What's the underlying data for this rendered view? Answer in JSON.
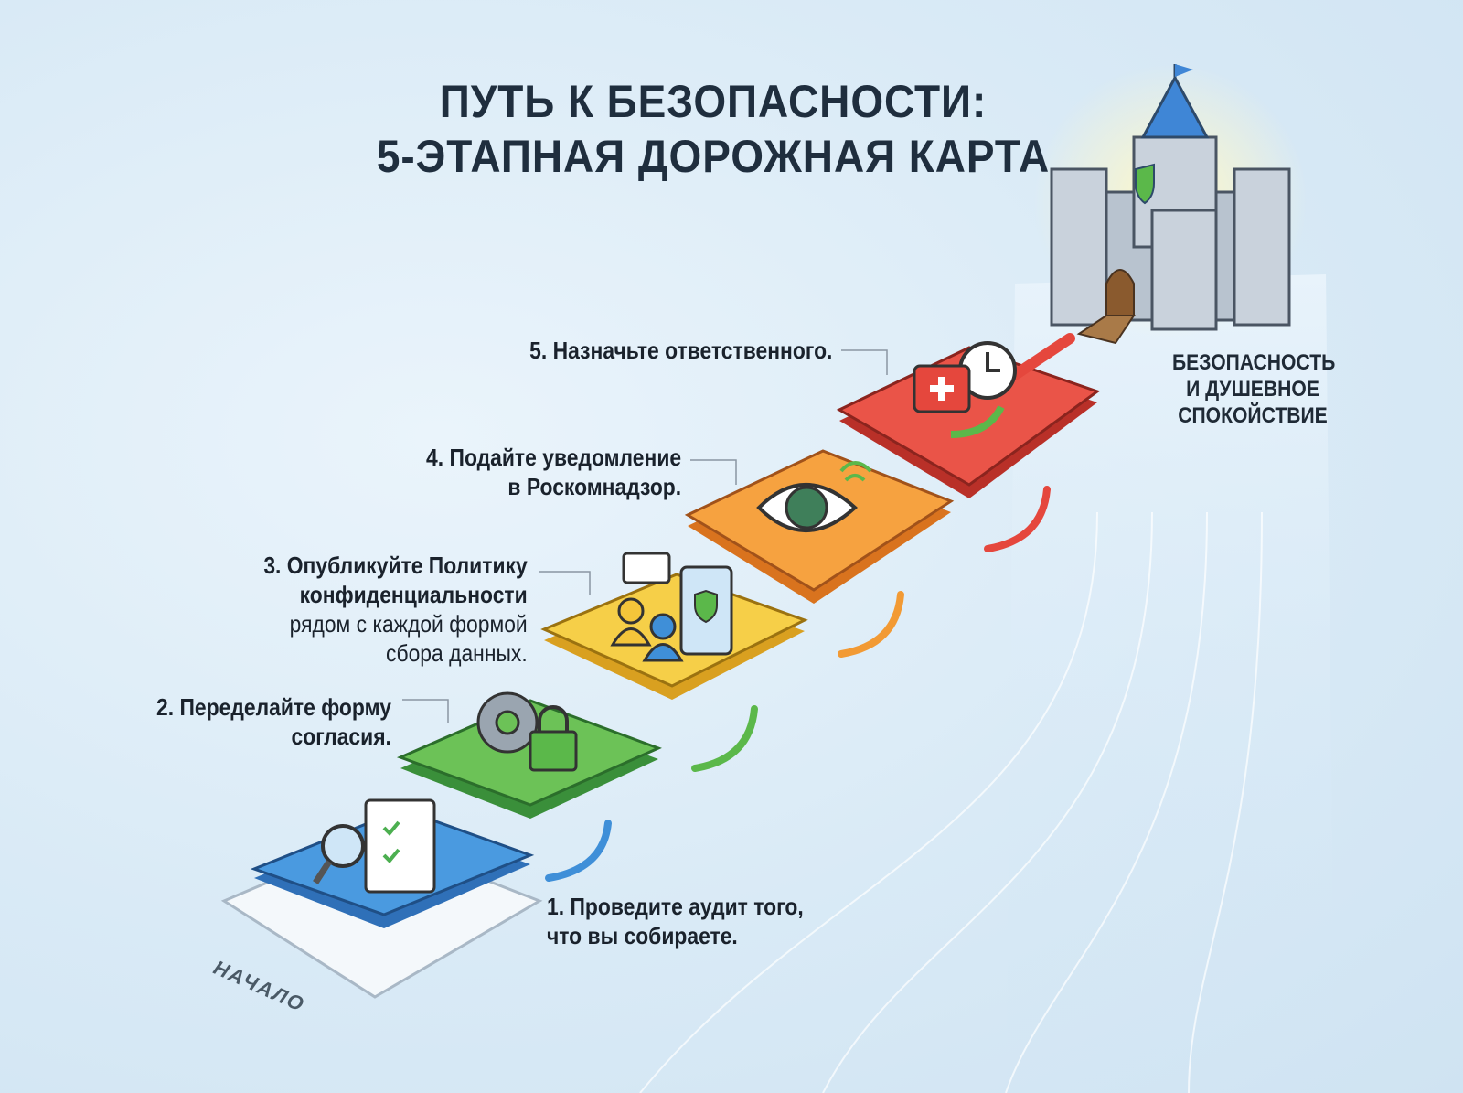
{
  "title": {
    "line1": "ПУТЬ К БЕЗОПАСНОСТИ:",
    "line2": "5-ЭТАПНАЯ ДОРОЖНАЯ КАРТА"
  },
  "start_label": "НАЧАЛО",
  "goal": {
    "line1": "БЕЗОПАСНОСТЬ",
    "line2": "И ДУШЕВНОЕ",
    "line3": "СПОКОЙСТВИЕ"
  },
  "steps": [
    {
      "lines": [
        "1. Проведите аудит того,",
        "что вы собираете."
      ],
      "color": "#3f8fd8",
      "icon": "audit-document-magnifier-icon"
    },
    {
      "lines": [
        "2. Переделайте форму",
        "согласия."
      ],
      "color": "#5bb84a",
      "icon": "gear-lock-icon"
    },
    {
      "lines": [
        "3. Опубликуйте Политику",
        "конфиденциальности",
        "рядом с каждой формой",
        "сбора данных."
      ],
      "color": "#f4c53a",
      "icon": "users-tablet-shield-icon"
    },
    {
      "lines": [
        "4. Подайте уведомление",
        "в Роскомнадзор."
      ],
      "color": "#f29a34",
      "icon": "eye-radar-icon"
    },
    {
      "lines": [
        "5. Назначьте ответственного."
      ],
      "color": "#e5473d",
      "icon": "first-aid-clock-icon"
    }
  ]
}
